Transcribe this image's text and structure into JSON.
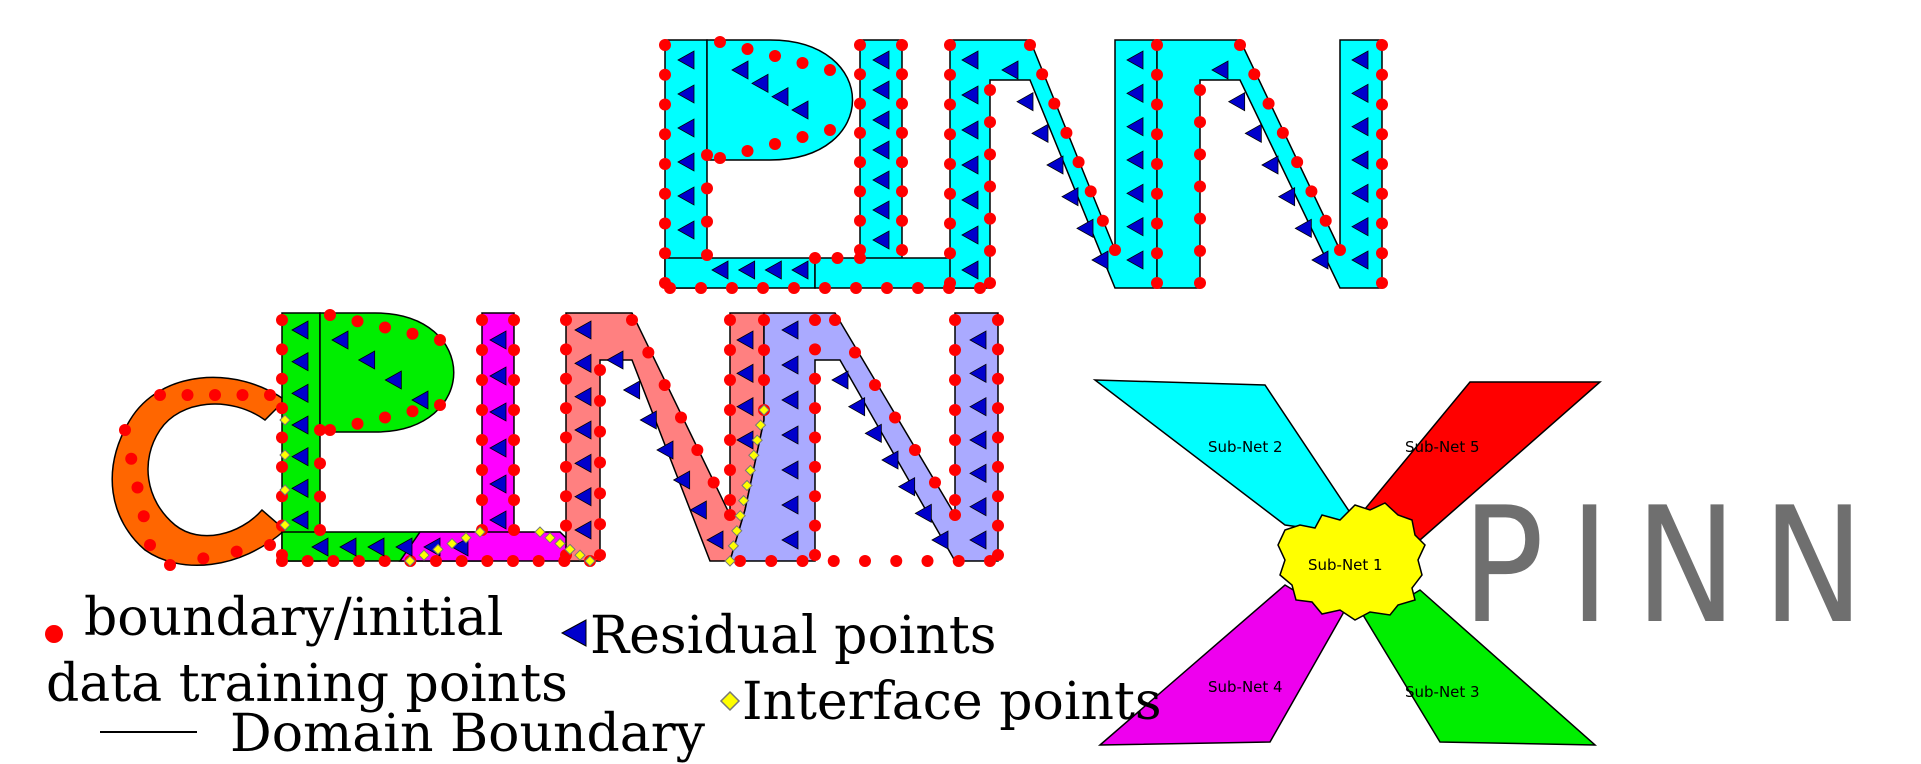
{
  "words": {
    "pinn": "PINN",
    "cpinn": "cPINN",
    "xpinn": "PINN"
  },
  "subnets": [
    {
      "id": "1",
      "label": "Sub-Net 1",
      "color": "#ffff00"
    },
    {
      "id": "2",
      "label": "Sub-Net 2",
      "color": "#00ffff"
    },
    {
      "id": "3",
      "label": "Sub-Net 3",
      "color": "#00ee00"
    },
    {
      "id": "4",
      "label": "Sub-Net 4",
      "color": "#ee00ee"
    },
    {
      "id": "5",
      "label": "Sub-Net 5",
      "color": "#ff0000"
    }
  ],
  "legend": {
    "boundary_line1": "boundary/initial",
    "boundary_line2": "data training points",
    "residual": "Residual points",
    "interface": "Interface points",
    "domain_boundary": "Domain Boundary"
  },
  "colors": {
    "pinn_fill": "#00ffff",
    "cpinn_c": "#ff6600",
    "cpinn_p": "#00ee00",
    "cpinn_i": "#ff00ff",
    "cpinn_n1": "#ff8080",
    "cpinn_n2": "#aaaaff",
    "boundary_point": "#ff0000",
    "residual_point": "#0000cc",
    "interface_point": "#ffff00",
    "xpinn_letters": "#6f6f6f"
  },
  "icons": [
    "boundary-point-icon",
    "residual-point-icon",
    "interface-point-icon",
    "domain-boundary-line-icon"
  ]
}
